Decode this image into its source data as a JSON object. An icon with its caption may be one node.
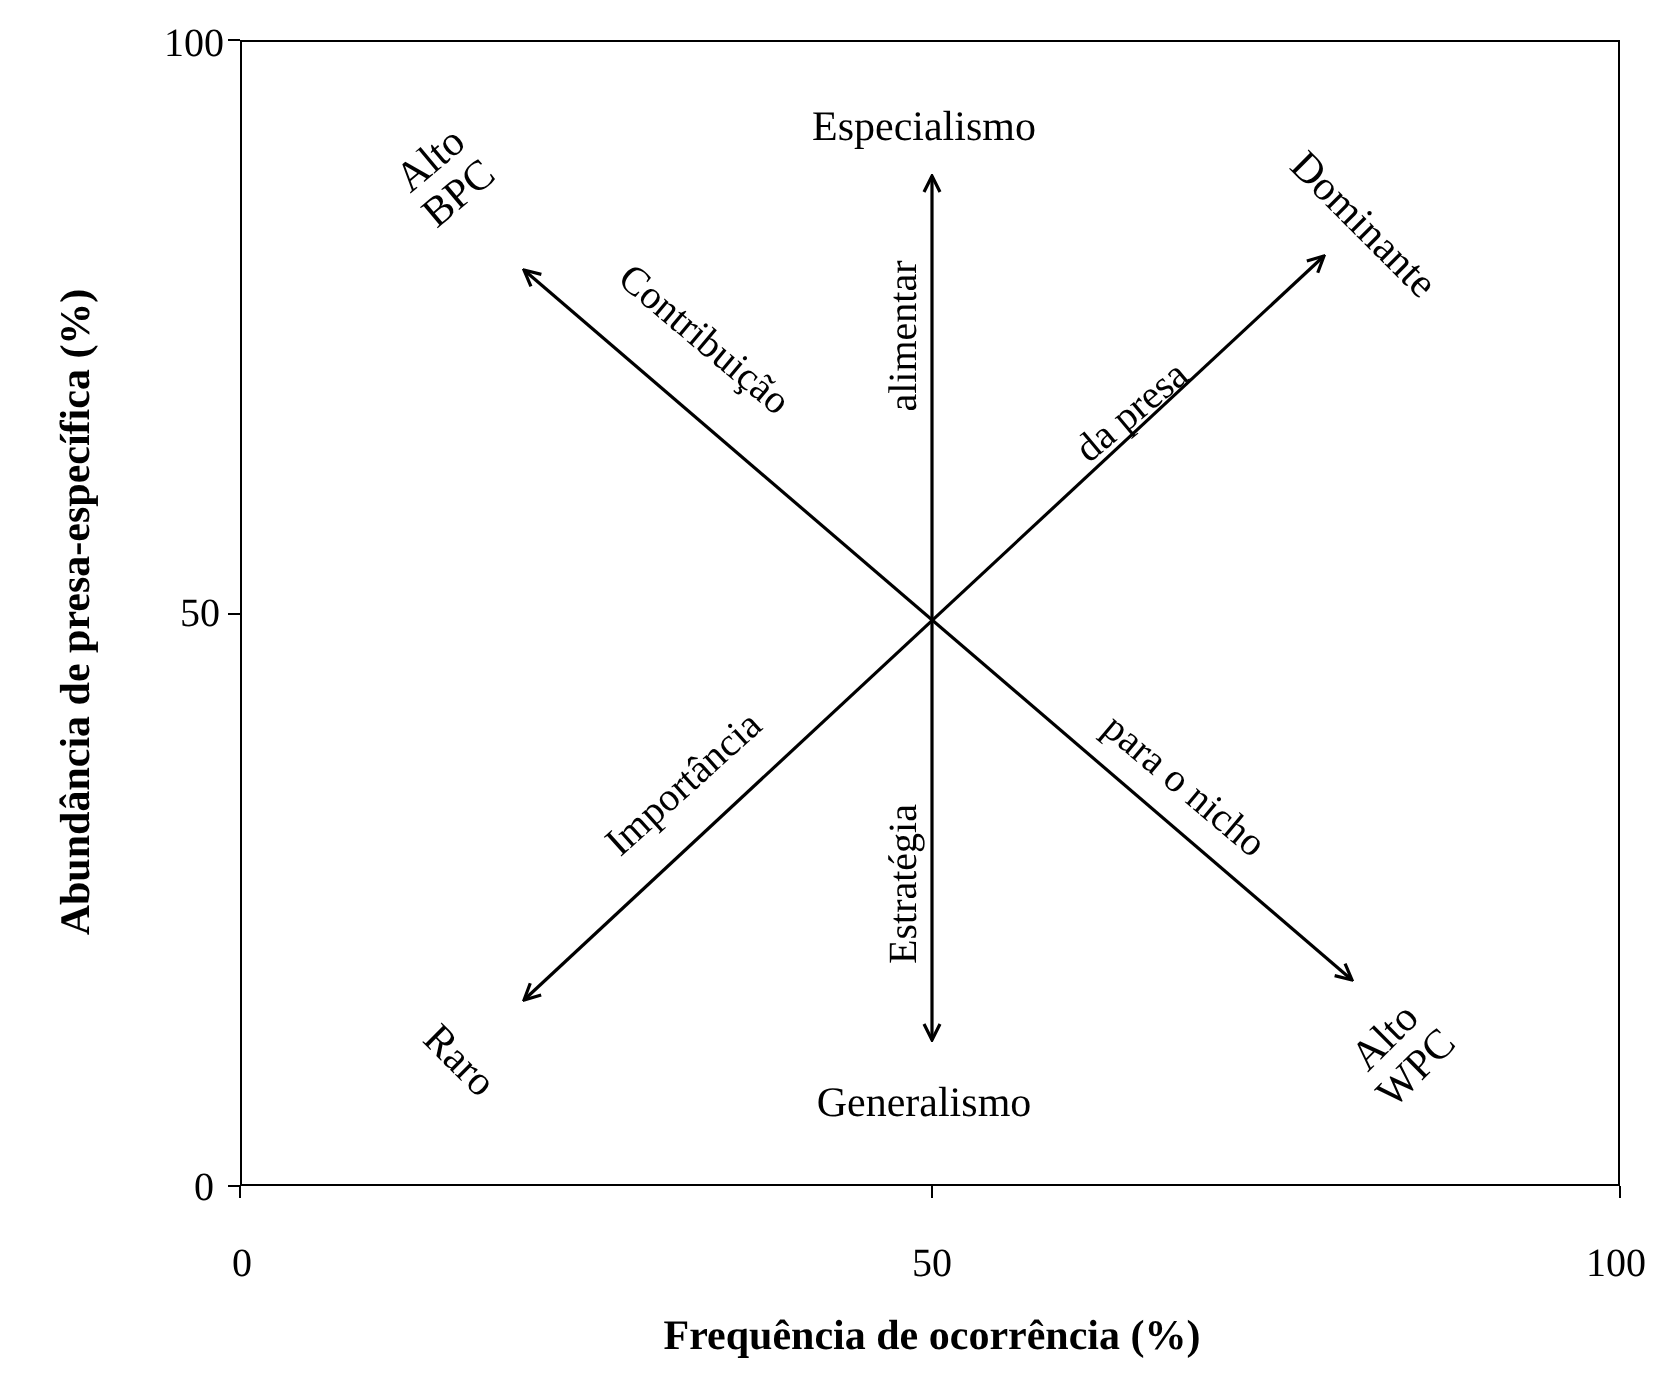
{
  "diagram": {
    "nodes": [
      {
        "text": [
          "Especialismo"
        ]
      },
      {
        "text": [
          "Alto BPC"
        ]
      },
      {
        "text": [
          "Dominante"
        ]
      },
      {
        "text": [
          "Raro"
        ]
      },
      {
        "text": [
          "Alto WPC"
        ]
      },
      {
        "text": [
          "Generalismo"
        ]
      }
    ],
    "edges": [
      {
        "from": 5,
        "to": 0,
        "arrow": "both"
      },
      {
        "from": 4,
        "to": 1,
        "arrow": "both"
      },
      {
        "from": 3,
        "to": 2,
        "arrow": "both"
      }
    ],
    "labels": [
      "100",
      "Abundância de presa-específica (%)",
      "alimentar",
      "Contribuição",
      "da presa",
      "50",
      "Importância",
      "Estratégia",
      "para o nicho",
      "0",
      "0",
      "50",
      "100",
      "Frequência de ocorrência (%)"
    ]
  }
}
